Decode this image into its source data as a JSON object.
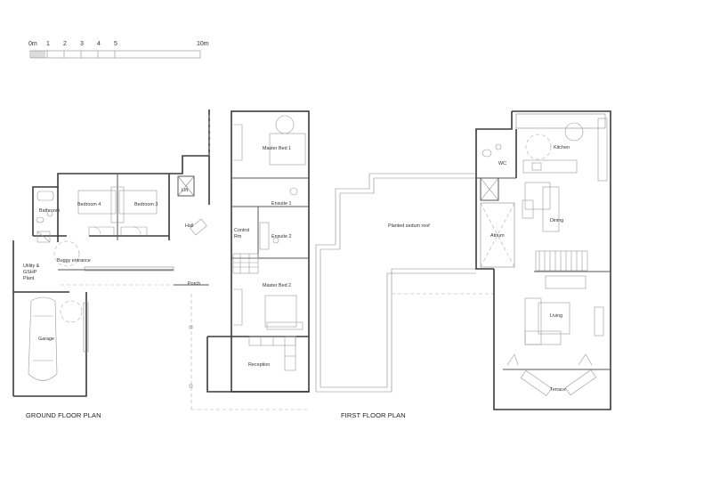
{
  "scale_bar": {
    "ticks": [
      "0m",
      "1",
      "2",
      "3",
      "4",
      "5",
      "10m"
    ]
  },
  "ground_floor": {
    "title": "GROUND FLOOR PLAN",
    "rooms": {
      "bedroom4": "Bedroom 4",
      "bedroom3": "Bedroom 3",
      "bathroom": "Bathroom",
      "lift": "Lift",
      "hall": "Hall",
      "utility_line1": "Utility &",
      "utility_line2": "GSHP",
      "utility_line3": "Plant",
      "buggy_entrance": "Buggy entrance",
      "garage": "Garage",
      "porch": "Porch",
      "master_bed1": "Master Bed 1",
      "ensuite1": "Ensuite 1",
      "control_line1": "Control",
      "control_line2": "Rm",
      "ensuite2": "Ensuite 2",
      "master_bed2": "Master Bed 2",
      "reception": "Reception"
    }
  },
  "first_floor": {
    "title": "FIRST FLOOR PLAN",
    "rooms": {
      "planted_roof": "Planted sedum roof",
      "kitchen": "Kitchen",
      "wc": "WC",
      "dining": "Dining",
      "atrium": "Atrium",
      "living": "Living",
      "terrace": "Terrace"
    }
  }
}
